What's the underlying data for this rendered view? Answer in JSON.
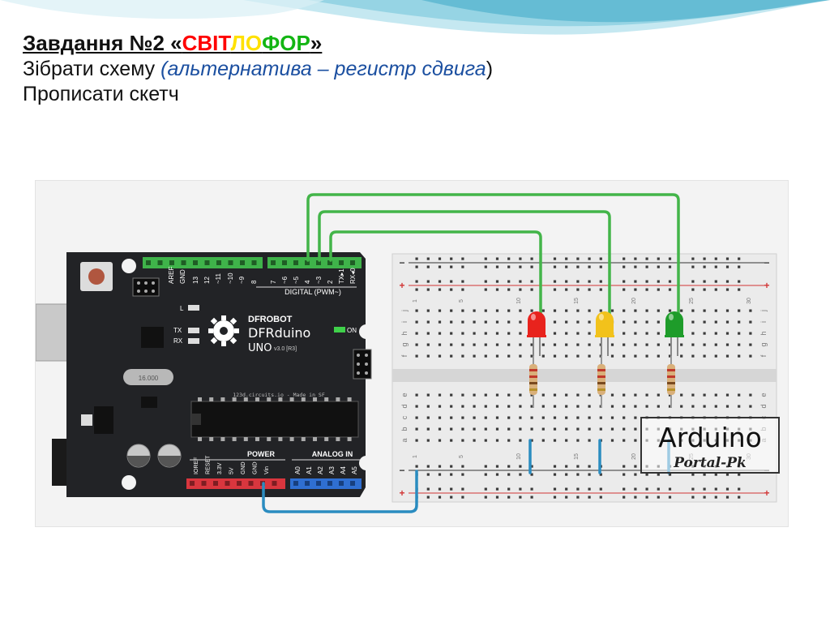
{
  "slide": {
    "title_prefix": "Завдання №2 «",
    "title_word_part1": "СВІТ",
    "title_word_part2": "ЛО",
    "title_word_part3": "ФОР",
    "title_suffix": "»",
    "line2_text": "Зібрати схему ",
    "line2_italic": "(альтернатива – регистр сдвига",
    "line2_close": ")",
    "line3_text": "Прописати скетч"
  },
  "board": {
    "logo_brand": "DFROBOT",
    "model_name": "DFRduino",
    "model_sub": "UNO",
    "version": "v3.0 [R3]",
    "credit": "123d.circuits.io - Made in SF",
    "digital_label": "DIGITAL (PWM~)",
    "power_label": "POWER",
    "analog_label": "ANALOG IN",
    "on_label": "ON",
    "l_label": "L",
    "tx_label": "TX",
    "rx_label": "RX",
    "crystal_label": "16.000",
    "digital_pins": [
      "AREF",
      "GND",
      "13",
      "12",
      "~11",
      "~10",
      "~9",
      "8",
      "7",
      "~6",
      "~5",
      "4",
      "~3",
      "2",
      "TX▸1",
      "RX◂0"
    ],
    "power_pins": [
      "IOREF",
      "RESET",
      "3.3V",
      "5V",
      "GND",
      "GND",
      "Vin"
    ],
    "analog_pins": [
      "A0",
      "A1",
      "A2",
      "A3",
      "A4",
      "A5"
    ]
  },
  "breadboard": {
    "column_numbers": [
      "1",
      "5",
      "10",
      "15",
      "20",
      "25",
      "30"
    ],
    "row_letters_top": [
      "j",
      "i",
      "h",
      "g",
      "f"
    ],
    "row_letters_bottom": [
      "e",
      "d",
      "c",
      "b",
      "a"
    ],
    "rail_plus": "+",
    "rail_minus": "−"
  },
  "leds": [
    {
      "color_name": "red",
      "color": "#e8231d"
    },
    {
      "color_name": "yellow",
      "color": "#f2c21b"
    },
    {
      "color_name": "green",
      "color": "#1e9c2a"
    }
  ],
  "watermark": {
    "brand": "Arduino",
    "sub": "Portal-Pk"
  },
  "colors": {
    "board": "#222326",
    "header_green": "#3fb34a",
    "header_red": "#d9363e",
    "header_blue": "#2f6fd1",
    "wire_green": "#43b549",
    "wire_blue": "#2a8cc0"
  }
}
